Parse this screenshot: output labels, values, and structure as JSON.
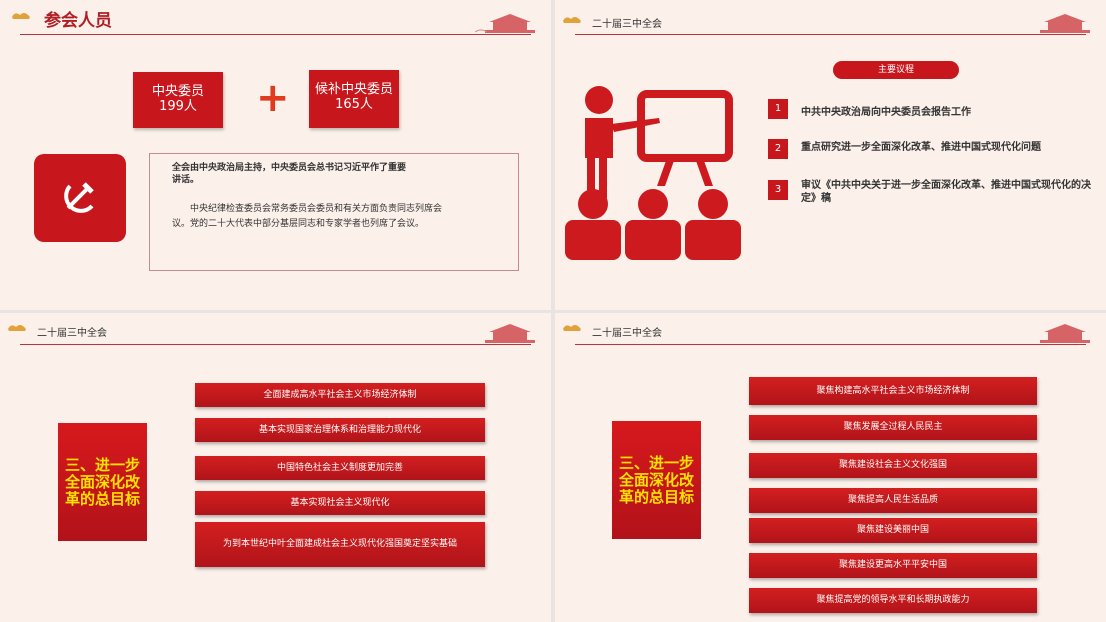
{
  "slide1": {
    "title": "参会人员",
    "box1_line1": "中央委员",
    "box1_line2": "199人",
    "plus": "+",
    "box2_line1": "候补中央委员",
    "box2_line2": "165人",
    "para1": "全会由中央政治局主持，中央委员会总书记习近平作了重要讲话。",
    "para2": "中央纪律检查委员会常务委员会委员和有关方面负责同志列席会议。党的二十大代表中部分基层同志和专家学者也列席了会议。"
  },
  "slide2": {
    "header": "二十届三中全会",
    "pill": "主要议程",
    "items": [
      {
        "num": "1",
        "text": "中共中央政治局向中央委员会报告工作"
      },
      {
        "num": "2",
        "text": "重点研究进一步全面深化改革、推进中国式现代化问题"
      },
      {
        "num": "3",
        "text": "审议《中共中央关于进一步全面深化改革、推进中国式现代化的决定》稿"
      }
    ]
  },
  "slide3": {
    "header": "二十届三中全会",
    "side": "三、进一步全面深化改革的总目标",
    "bars": [
      "全面建成高水平社会主义市场经济体制",
      "基本实现国家治理体系和治理能力现代化",
      "中国特色社会主义制度更加完善",
      "基本实现社会主义现代化",
      "为到本世纪中叶全面建成社会主义现代化强国奠定坚实基础"
    ]
  },
  "slide4": {
    "header": "二十届三中全会",
    "side": "三、进一步全面深化改革的总目标",
    "bars": [
      "聚焦构建高水平社会主义市场经济体制",
      "聚焦发展全过程人民民主",
      "聚焦建设社会主义文化强国",
      "聚焦提高人民生活品质",
      "聚焦建设美丽中国",
      "聚焦建设更高水平平安中国",
      "聚焦提高党的领导水平和长期执政能力"
    ]
  }
}
